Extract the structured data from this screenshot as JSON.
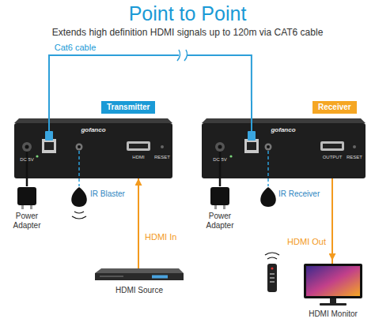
{
  "diagram": {
    "title": "Point to Point",
    "nodes": [
      {
        "text": [
          "Transmitter"
        ]
      },
      {
        "text": [
          "Receiver"
        ]
      },
      {
        "text": [
          "Power Adapter"
        ]
      },
      {
        "text": [
          "IR Blaster"
        ]
      },
      {
        "text": [
          "HDMI Source"
        ]
      },
      {
        "text": [
          "Power Adapter"
        ]
      },
      {
        "text": [
          "IR Receiver"
        ]
      },
      {
        "text": [
          "HDMI Monitor"
        ]
      }
    ],
    "edges": [
      {
        "from": 0,
        "to": 1,
        "label": "Cat6 cable",
        "arrow": "none"
      },
      {
        "from": 4,
        "to": 0,
        "label": "HDMI In",
        "arrow": "to"
      },
      {
        "from": 1,
        "to": 7,
        "label": "HDMI Out",
        "arrow": "to"
      },
      {
        "from": 0,
        "to": 2,
        "arrow": "none"
      },
      {
        "from": 0,
        "to": 3,
        "arrow": "none"
      },
      {
        "from": 1,
        "to": 5,
        "arrow": "none"
      },
      {
        "from": 1,
        "to": 6,
        "arrow": "none"
      }
    ],
    "labels": [
      "Extends high definition HDMI signals up to 120m via CAT6 cable",
      "gofanco",
      "DC 5V",
      "HDMI",
      "RESET",
      "gofanco",
      "DC 5V",
      "OUTPUT",
      "RESET"
    ]
  }
}
